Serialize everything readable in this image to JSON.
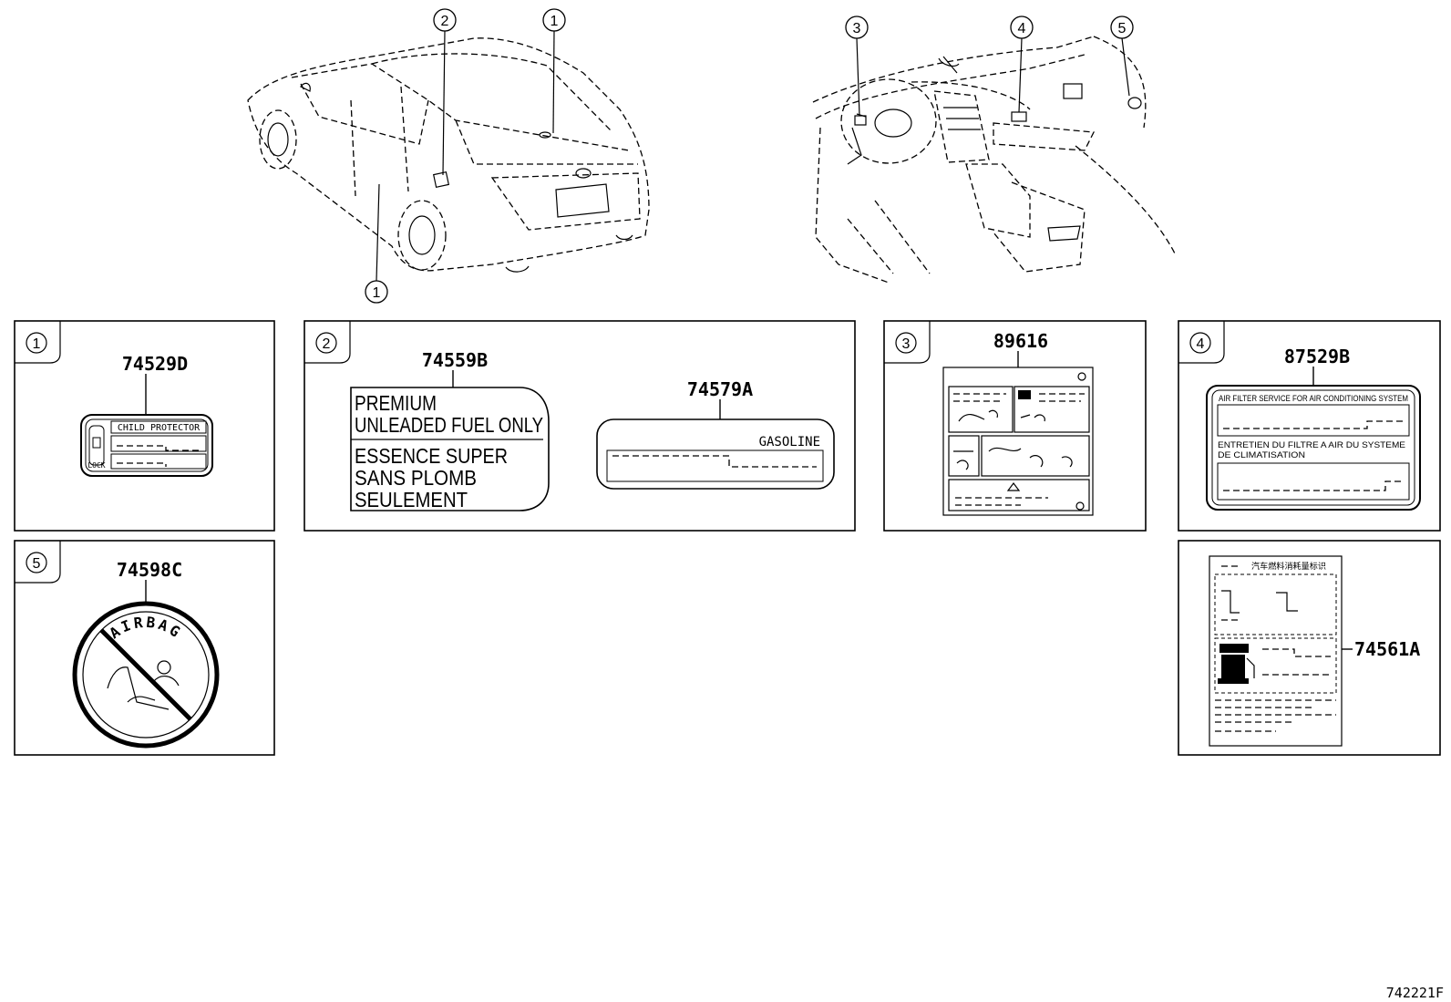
{
  "callouts": {
    "c1": "1",
    "c2": "2",
    "c3": "3",
    "c4": "4",
    "c5": "5"
  },
  "panels": {
    "p1": {
      "index": "1",
      "part_number": "74529D",
      "label_title": "CHILD PROTECTOR",
      "lock_text": "LOCK"
    },
    "p2": {
      "index": "2",
      "part_a": "74559B",
      "fuel_lines": [
        "PREMIUM",
        "UNLEADED FUEL ONLY",
        "ESSENCE SUPER",
        "SANS PLOMB",
        "SEULEMENT"
      ],
      "part_b": "74579A",
      "gasoline": "GASOLINE"
    },
    "p3": {
      "index": "3",
      "part_number": "89616"
    },
    "p4": {
      "index": "4",
      "part_number": "87529B",
      "line1": "AIR FILTER SERVICE FOR AIR CONDITIONING SYSTEM",
      "line2": "ENTRETIEN DU FILTRE A AIR DU SYSTEME",
      "line3": "DE CLIMATISATION"
    },
    "p5": {
      "index": "5",
      "part_number": "74598C",
      "airbag_text": "AIRBAG"
    },
    "p6": {
      "part_number": "74561A",
      "header_text": "汽车燃料消耗量标识"
    }
  },
  "diagram_code": "742221F"
}
